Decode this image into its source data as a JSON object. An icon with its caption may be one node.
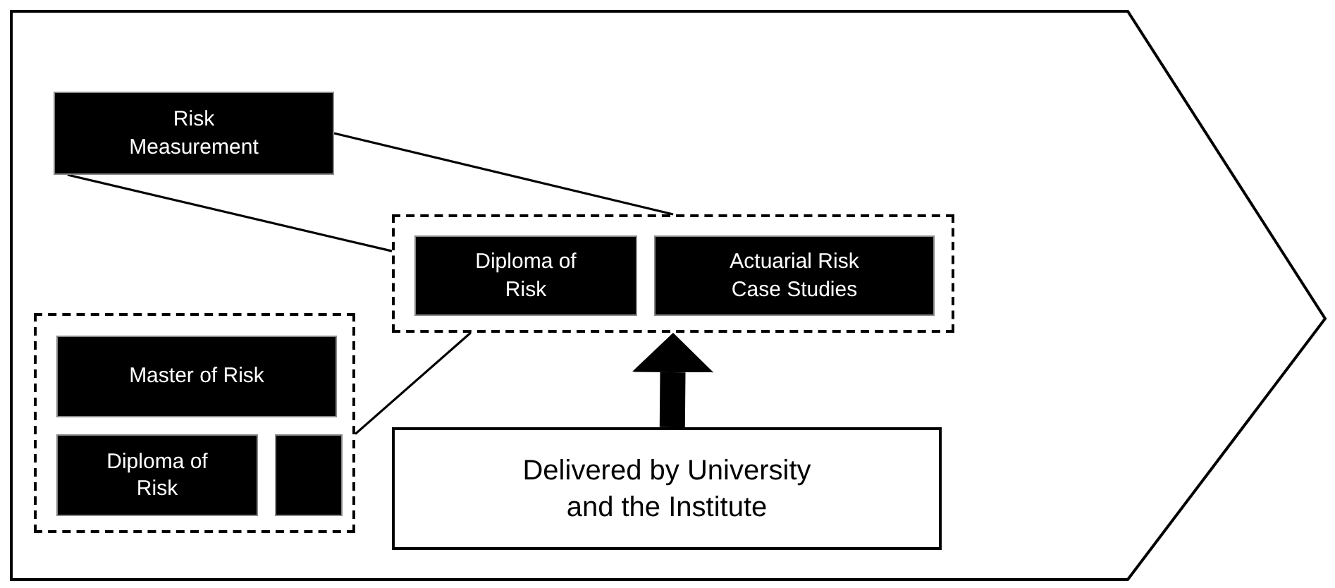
{
  "diagram": {
    "nodes": [
      {
        "text": [],
        "shape": "arrow"
      },
      {
        "text": [
          "Risk Measurement"
        ],
        "in": 0
      },
      {
        "text": [],
        "shape": "box",
        "in": 0
      },
      {
        "text": [
          "Diploma of Risk"
        ],
        "in": 2
      },
      {
        "text": [
          "Actuarial Risk Case Studies"
        ],
        "in": 2
      },
      {
        "text": [],
        "shape": "box",
        "in": 0
      },
      {
        "text": [
          "Master of Risk"
        ],
        "in": 5
      },
      {
        "text": [
          "Diploma of Risk"
        ],
        "in": 5
      },
      {
        "text": [],
        "shape": "box",
        "in": 5
      },
      {
        "text": [
          "Delivered by University and the Institute"
        ],
        "in": 0
      }
    ],
    "edges": [
      {
        "from": 1,
        "to": 2,
        "arrow": "none"
      },
      {
        "from": 1,
        "to": 2,
        "arrow": "none"
      },
      {
        "from": 5,
        "to": 2,
        "arrow": "none"
      },
      {
        "from": 9,
        "to": 2,
        "arrow": "to",
        "style": "thick"
      }
    ]
  }
}
